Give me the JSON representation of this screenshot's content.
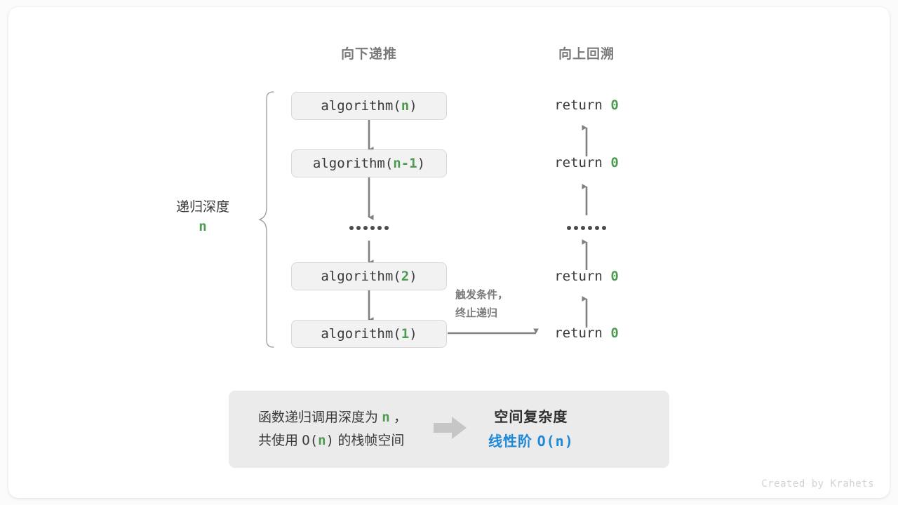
{
  "headers": {
    "left": "向下递推",
    "right": "向上回溯"
  },
  "depth": {
    "label": "递归深度",
    "value": "n"
  },
  "calls": [
    {
      "fn": "algorithm(",
      "arg": "n",
      "close": ")"
    },
    {
      "fn": "algorithm(",
      "arg": "n-1",
      "close": ")"
    },
    {
      "ellipsis": "••••••"
    },
    {
      "fn": "algorithm(",
      "arg": "2",
      "close": ")"
    },
    {
      "fn": "algorithm(",
      "arg": "1",
      "close": ")"
    }
  ],
  "returns": [
    {
      "kw": "return",
      "val": "0"
    },
    {
      "kw": "return",
      "val": "0"
    },
    {
      "ellipsis": "••••••"
    },
    {
      "kw": "return",
      "val": "0"
    },
    {
      "kw": "return",
      "val": "0"
    }
  ],
  "trigger_note": {
    "line1": "触发条件，",
    "line2": "终止递归"
  },
  "summary": {
    "left_line1_a": "函数递归调用深度为 ",
    "left_line1_n": "n",
    "left_line1_b": " ，",
    "left_line2_a": "共使用 ",
    "left_line2_b": "O(",
    "left_line2_n": "n",
    "left_line2_c": ")",
    "left_line2_d": " 的栈帧空间",
    "arrow_icon": "right-block-arrow",
    "right_title": "空间复杂度",
    "right_value_text": "线性阶 ",
    "right_value_mono": "O(n)"
  },
  "footer": "Created by Krahets",
  "colors": {
    "accent_green": "#4e9a51",
    "accent_blue": "#1e88d8",
    "text": "#3a3a3a",
    "muted": "#7a7a7a",
    "box_fill": "#f2f2f2",
    "panel_fill": "#ebebeb",
    "arrow": "#808080"
  }
}
